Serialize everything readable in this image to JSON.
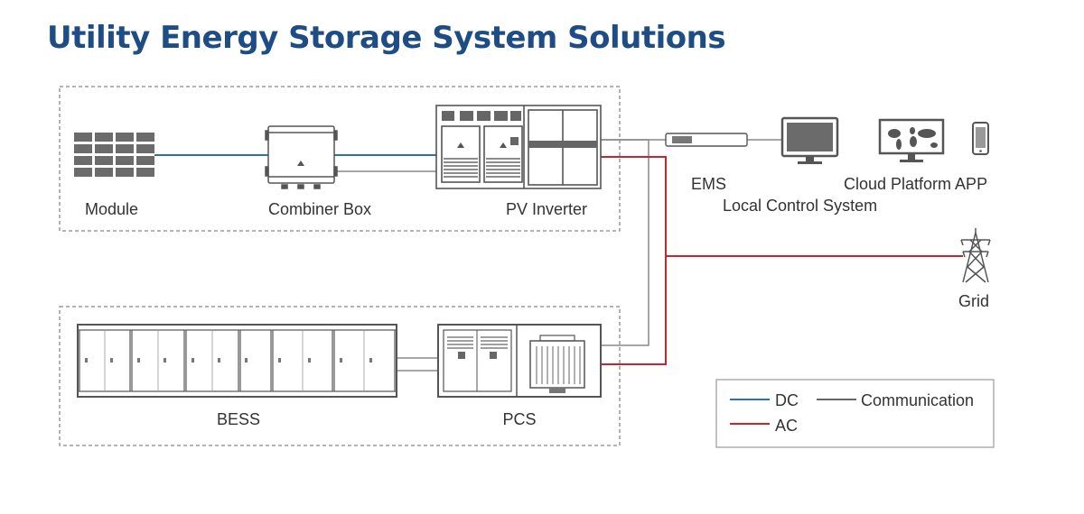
{
  "title": "Utility Energy Storage System Solutions",
  "components": {
    "module": "Module",
    "combiner_box": "Combiner Box",
    "pv_inverter": "PV Inverter",
    "ems": "EMS",
    "local_control_system": "Local Control System",
    "cloud_platform_app": "Cloud Platform APP",
    "grid": "Grid",
    "bess": "BESS",
    "pcs": "PCS"
  },
  "legend": {
    "dc": "DC",
    "ac": "AC",
    "communication": "Communication"
  },
  "colors": {
    "title": "#1d4d84",
    "dc_line": "#2f6fae",
    "ac_line": "#c8242b",
    "communication_line": "#777777",
    "equipment": "#555555"
  },
  "icons": [
    "module-icon",
    "combiner-box-icon",
    "pv-inverter-icon",
    "ems-device-icon",
    "monitor-icon",
    "world-map-screen-icon",
    "smartphone-icon",
    "transmission-tower-icon",
    "battery-container-icon",
    "pcs-icon"
  ]
}
